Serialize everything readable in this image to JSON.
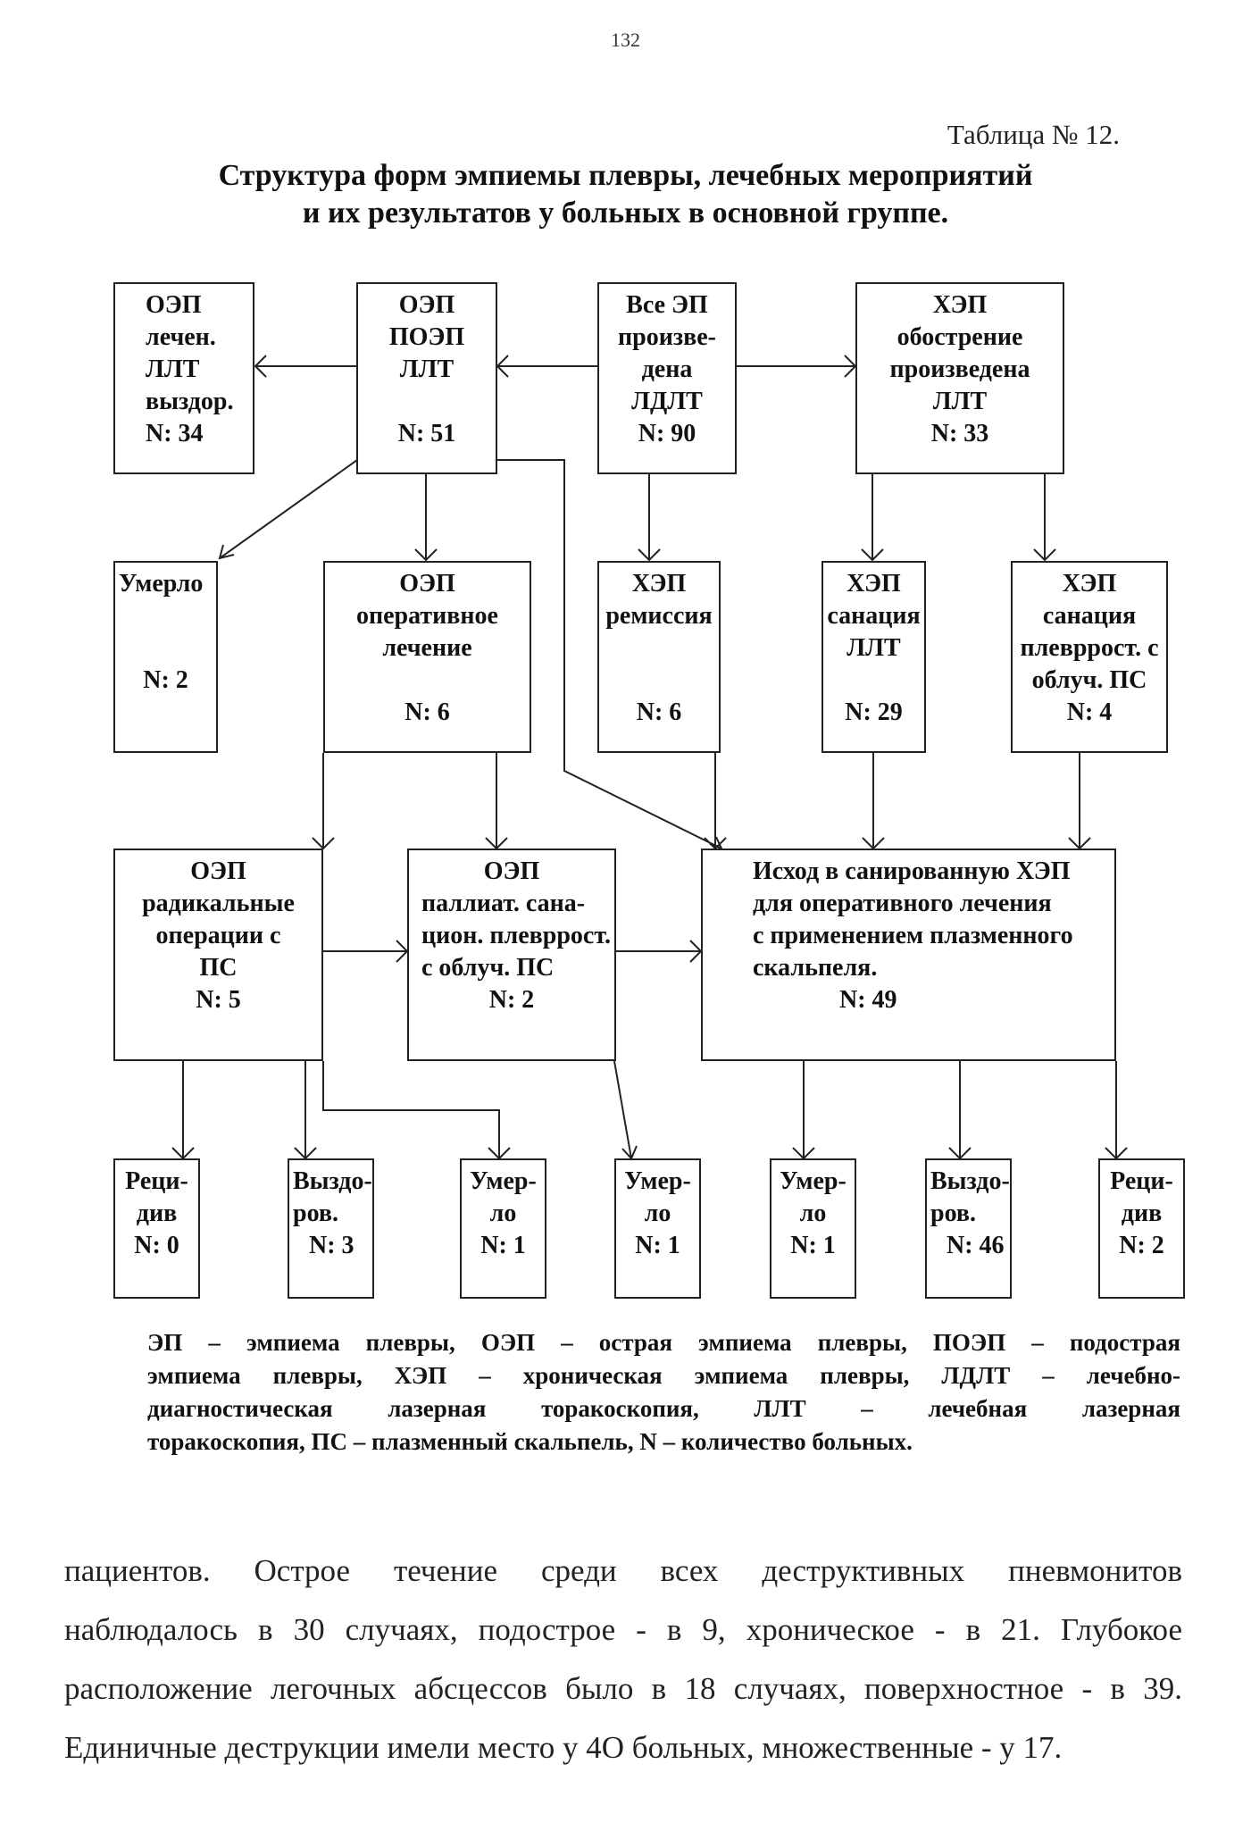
{
  "page_number": "132",
  "table_label": "Таблица № 12.",
  "title_lines": [
    "Структура форм эмпиемы плевры, лечебных мероприятий",
    "и их результатов у больных в основной группе."
  ],
  "boxes": {
    "oep_treated": {
      "lines": [
        "ОЭП",
        "лечен.",
        "ЛЛТ",
        "выздор."
      ],
      "n": "N: 34"
    },
    "oep_poep": {
      "lines": [
        "ОЭП",
        "ПОЭП",
        "ЛЛТ",
        ""
      ],
      "n": "N: 51"
    },
    "all_ep": {
      "lines": [
        "Все ЭП",
        "произве-",
        "дена",
        "ЛДЛТ"
      ],
      "n": "N: 90"
    },
    "hep_exacerbation": {
      "lines": [
        "ХЭП",
        "обострение",
        "произведена",
        "ЛЛТ"
      ],
      "n": "N: 33"
    },
    "died_top": {
      "lines": [
        "Умерло",
        "",
        "",
        ""
      ],
      "n": "N: 2"
    },
    "oep_operative": {
      "lines": [
        "ОЭП",
        "оперативное",
        "лечение",
        ""
      ],
      "n": "N: 6"
    },
    "hep_remission": {
      "lines": [
        "ХЭП",
        "ремиссия",
        "",
        ""
      ],
      "n": "N: 6"
    },
    "hep_sanation_llt": {
      "lines": [
        "ХЭП",
        "санация",
        "ЛЛТ",
        ""
      ],
      "n": "N: 29"
    },
    "hep_sanation_plevrost": {
      "lines": [
        "ХЭП",
        "санация",
        "плевррост. с",
        "облуч. ПС"
      ],
      "n": "N: 4"
    },
    "oep_radical": {
      "lines": [
        "ОЭП",
        "радикальные",
        "операции с",
        "ПС"
      ],
      "n": "N: 5"
    },
    "oep_palliative": {
      "lines": [
        "ОЭП",
        "паллиат. сана-",
        "цион. плевррост.",
        "с облуч. ПС"
      ],
      "n": "N: 2"
    },
    "outcome_sanitized": {
      "lines": [
        "Исход в санированную ХЭП",
        "для оперативного лечения",
        "с применением плазменного",
        "скальпеля."
      ],
      "n": "N: 49"
    },
    "r1": {
      "lines": [
        "Реци-",
        "див"
      ],
      "n": "N: 0"
    },
    "r2": {
      "lines": [
        "Выздо-",
        "ров."
      ],
      "n": "N: 3"
    },
    "r3": {
      "lines": [
        "Умер-",
        "ло"
      ],
      "n": "N: 1"
    },
    "r4": {
      "lines": [
        "Умер-",
        "ло"
      ],
      "n": "N: 1"
    },
    "r5": {
      "lines": [
        "Умер-",
        "ло"
      ],
      "n": "N: 1"
    },
    "r6": {
      "lines": [
        "Выздо-",
        "ров."
      ],
      "n": "N: 46"
    },
    "r7": {
      "lines": [
        "Реци-",
        "див"
      ],
      "n": "N: 2"
    }
  },
  "legend_lines": [
    "ЭП – эмпиема плевры, ОЭП – острая эмпиема плевры, ПОЭП – подострая",
    "эмпиема плевры, ХЭП – хроническая эмпиема плевры, ЛДЛТ – лечебно-",
    "диагностическая лазерная торакоскопия, ЛЛТ – лечебная лазерная",
    "торакоскопия, ПС – плазменный скальпель, N – количество больных."
  ],
  "body_lines": [
    "пациентов. Острое течение среди всех деструктивных пневмонитов",
    "наблюдалось в 30 случаях, подострое - в 9, хроническое - в 21. Глубокое",
    "расположение легочных абсцессов было в 18 случаях, поверхностное - в 39.",
    "Единичные деструкции имели место у 4О больных, множественные - у 17."
  ]
}
